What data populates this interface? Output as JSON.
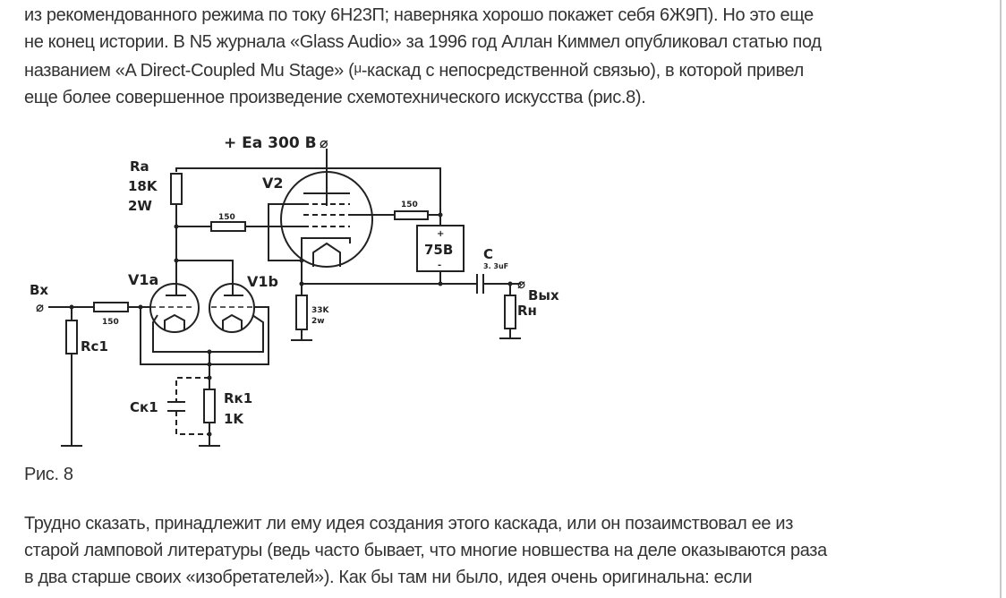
{
  "paragraph1": {
    "lines": [
      "из рекомендованного режима по току 6Н23П; наверняка хорошо покажет себя 6Ж9П). Но это еще",
      "не конец истории. В N5 журнала «Glass Audio» за 1996 год Аллан Киммел опубликовал статью под",
      "названием «A Direct-Coupled Mu Stage» (",
      "-каскад с непосредственной связью), в которой привел",
      "еще более совершенное произведение схемотехнического искусства (рис.8)."
    ],
    "mu_symbol": "μ"
  },
  "figure": {
    "supply": "+ Ea 300 В",
    "ra": [
      "Ra",
      "18K",
      "2W"
    ],
    "v2": "V2",
    "r150_a": "150",
    "r150_b": "150",
    "r150_in": "150",
    "v1a": "V1a",
    "v1b": "V1b",
    "input": "Вх",
    "output": "Вых",
    "rc1": "Rc1",
    "ck1": "Ск1",
    "rk1": [
      "Rк1",
      "1K"
    ],
    "r33k": [
      "33K",
      "2w"
    ],
    "box": "75B",
    "box_plus": "+",
    "box_minus": "-",
    "cap": "C",
    "cap_value": "3. 3uF",
    "rn": "Rн",
    "terminal": "⌀",
    "caption": "Рис. 8"
  },
  "paragraph2": {
    "lines": [
      "Трудно сказать, принадлежит ли ему идея создания этого каскада, или он позаимствовал ее из",
      "старой ламповой литературы (ведь часто бывает, что многие новшества на деле оказываются раза",
      "в два старше своих «изобретателей»). Как бы там ни было, идея очень оригинальна: если"
    ]
  }
}
